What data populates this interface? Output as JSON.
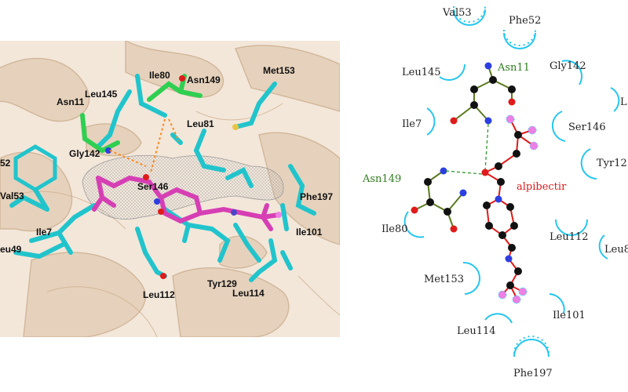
{
  "structure_view": {
    "residue_labels": [
      "Ile80",
      "Asn149",
      "Met153",
      "Leu145",
      "Asn11",
      "Leu81",
      "Gly142",
      "52",
      "Ser146",
      "Phe197",
      "Val53",
      "Ile7",
      "Ile101",
      "eu49",
      "Tyr129",
      "Leu112",
      "Leu114"
    ]
  },
  "interaction_diagram": {
    "ligand_name": "alpibectir",
    "hbond_residues": [
      "Asn11",
      "Asn149"
    ],
    "hydrophobic_residues": [
      "Val53",
      "Phe52",
      "Leu145",
      "Gly142",
      "Ile7",
      "Ser146",
      "Tyr12",
      "Ile80",
      "Leu112",
      "Leu8",
      "Met153",
      "Ile101",
      "Leu114",
      "Phe197",
      "L"
    ]
  },
  "colors": {
    "background": "#ffffff",
    "protein_cartoon": "#e6d2bc",
    "residue_carbon": "#22c4cc",
    "ligand_carbon": "#d63fb4",
    "hbond_residue_carbon": "#2fcf52",
    "nitrogen": "#2d3fe0",
    "oxygen": "#e01b1b",
    "fluorine": "#ee7fe5",
    "hbond_line": "#2e9a2e",
    "hydrophobic_arc": "#26c6ee",
    "ligand_bond": "#e01b1b",
    "residue_bond": "#5c7a1f"
  }
}
